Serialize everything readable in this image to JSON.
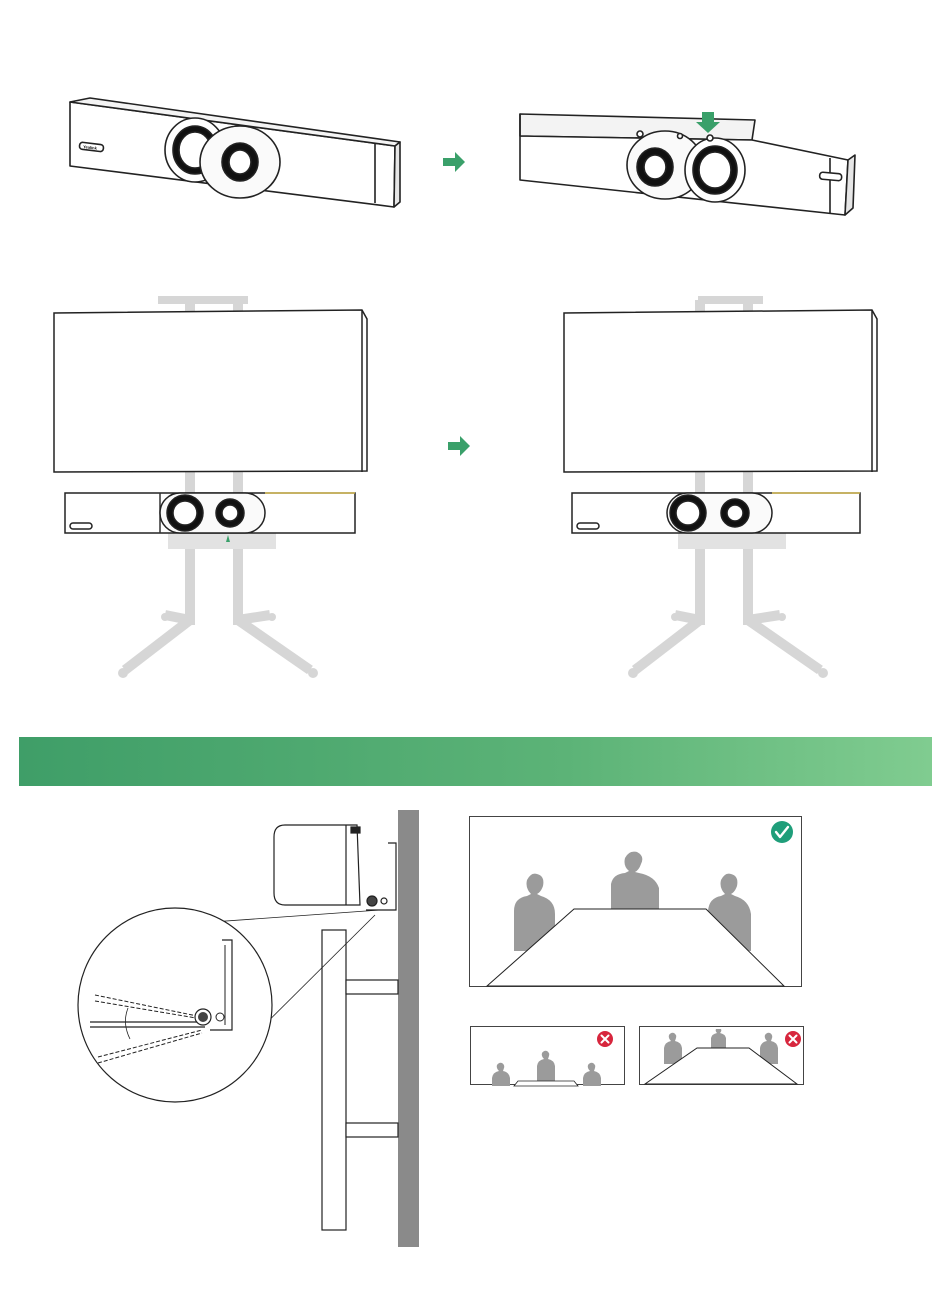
{
  "brand": {
    "logo_text": "Yealink",
    "accent": "#3aa06a",
    "banner_start": "#3f9e68",
    "banner_end": "#7fcb90",
    "check_color": "#1f9e7a",
    "cross_color": "#d7263d",
    "stand_grey": "#d6d6d6",
    "silhouette_grey": "#9b9b9b",
    "wall_grey": "#8a8a8a"
  },
  "steps": [
    {
      "id": "remove-cover",
      "icon": "arrow-right-icon"
    },
    {
      "id": "attach-to-stand",
      "icon": "arrow-right-icon"
    }
  ],
  "banner": {
    "title": ""
  },
  "views": {
    "good": {
      "status": "correct",
      "icon": "check-icon"
    },
    "bad_low": {
      "status": "incorrect",
      "icon": "cross-icon"
    },
    "bad_high": {
      "status": "incorrect",
      "icon": "cross-icon"
    }
  }
}
